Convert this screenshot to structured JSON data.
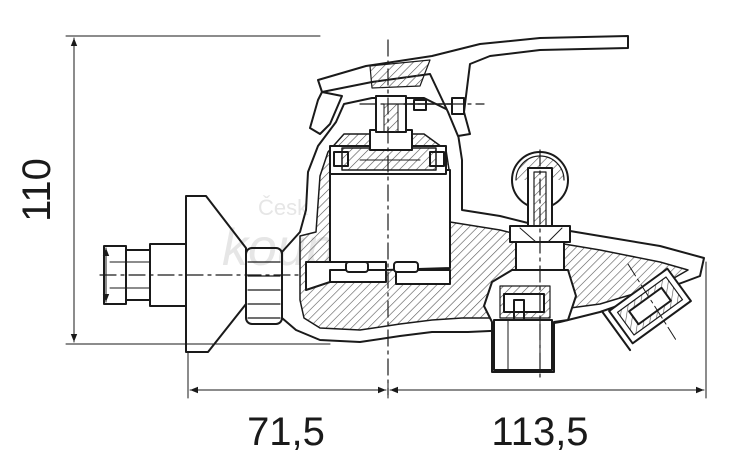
{
  "dimensions": {
    "height_label": "110",
    "left_width_label": "71,5",
    "right_width_label": "113,5"
  },
  "watermark": {
    "line1": "Česk",
    "line2": "koupelny"
  },
  "colors": {
    "line": "#1a1a1a",
    "hatch": "#555555",
    "watermark": "#e6e6e6"
  }
}
